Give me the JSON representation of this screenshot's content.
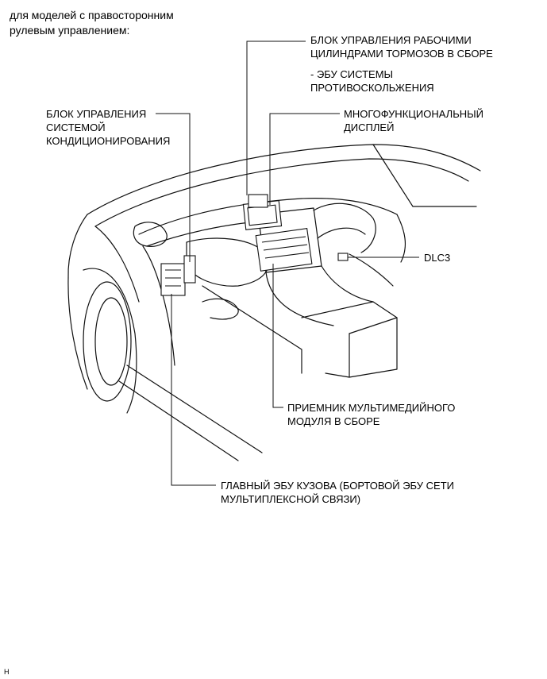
{
  "heading": {
    "line1": "для моделей с правосторонним",
    "line2": "рулевым управлением:"
  },
  "labels": {
    "brake_actuator": {
      "line1": "БЛОК УПРАВЛЕНИЯ РАБОЧИМИ",
      "line2": "ЦИЛИНДРАМИ ТОРМОЗОВ В СБОРЕ"
    },
    "skid_control": {
      "line1": "- ЭБУ СИСТЕМЫ",
      "line2": "ПРОТИВОСКОЛЬЖЕНИЯ"
    },
    "ac_control": {
      "line1": "БЛОК УПРАВЛЕНИЯ",
      "line2": "СИСТЕМОЙ",
      "line3": "КОНДИЦИОНИРОВАНИЯ"
    },
    "multi_display": {
      "line1": "МНОГОФУНКЦИОНАЛЬНЫЙ",
      "line2": "ДИСПЛЕЙ"
    },
    "dlc3": "DLC3",
    "multimedia_receiver": {
      "line1": "ПРИЕМНИК МУЛЬТИМЕДИЙНОГО",
      "line2": "МОДУЛЯ В СБОРЕ"
    },
    "main_body_ecu": {
      "line1": "ГЛАВНЫЙ ЭБУ КУЗОВА (БОРТОВОЙ ЭБУ СЕТИ",
      "line2": "МУЛЬТИПЛЕКСНОЙ СВЯЗИ)"
    }
  },
  "figure_code": "H"
}
